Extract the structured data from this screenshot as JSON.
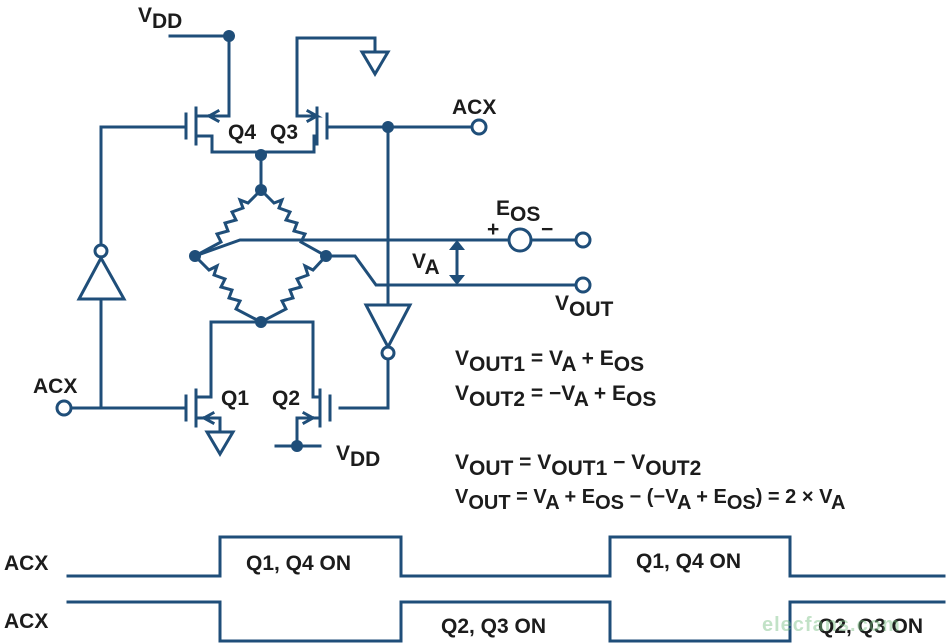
{
  "labels": {
    "vdd": "V",
    "vdd_sub": "DD",
    "acx": "ACX",
    "q1": "Q1",
    "q2": "Q2",
    "q3": "Q3",
    "q4": "Q4",
    "eos": "E",
    "eos_sub": "OS",
    "plus": "+",
    "minus": "−",
    "va": "V",
    "va_sub": "A",
    "vout": "V",
    "vout_sub": "OUT"
  },
  "equations": {
    "l1": {
      "a": "V",
      "a_sub": "OUT1",
      "b": " = V",
      "b_sub": "A",
      "c": " + E",
      "c_sub": "OS"
    },
    "l2": {
      "a": "V",
      "a_sub": "OUT2",
      "b": " = −V",
      "b_sub": "A",
      "c": " + E",
      "c_sub": "OS"
    },
    "l3": {
      "a": "V",
      "a_sub": "OUT",
      "b": " = V",
      "b_sub": "OUT1",
      "c": " − V",
      "c_sub": "OUT2"
    },
    "l4": {
      "a": "V",
      "a_sub": "OUT",
      "b": " = V",
      "b_sub": "A",
      "c": " + E",
      "c_sub": "OS",
      "d": " − (−V",
      "d_sub": "A",
      "e": " + E",
      "e_sub": "OS",
      "f": ") = 2 × V",
      "f_sub": "A"
    }
  },
  "timing": {
    "row1_label": "ACX",
    "row2_label": "ACX",
    "row1_phase_a": "Q1, Q4 ON",
    "row1_phase_b": "Q1, Q4 ON",
    "row2_phase_a": "Q2, Q3 ON",
    "row2_phase_b": "Q2, Q3 ON"
  },
  "colors": {
    "wire": "#1f4e79",
    "text": "#1c1c1c"
  },
  "watermark": "elecfans.com"
}
